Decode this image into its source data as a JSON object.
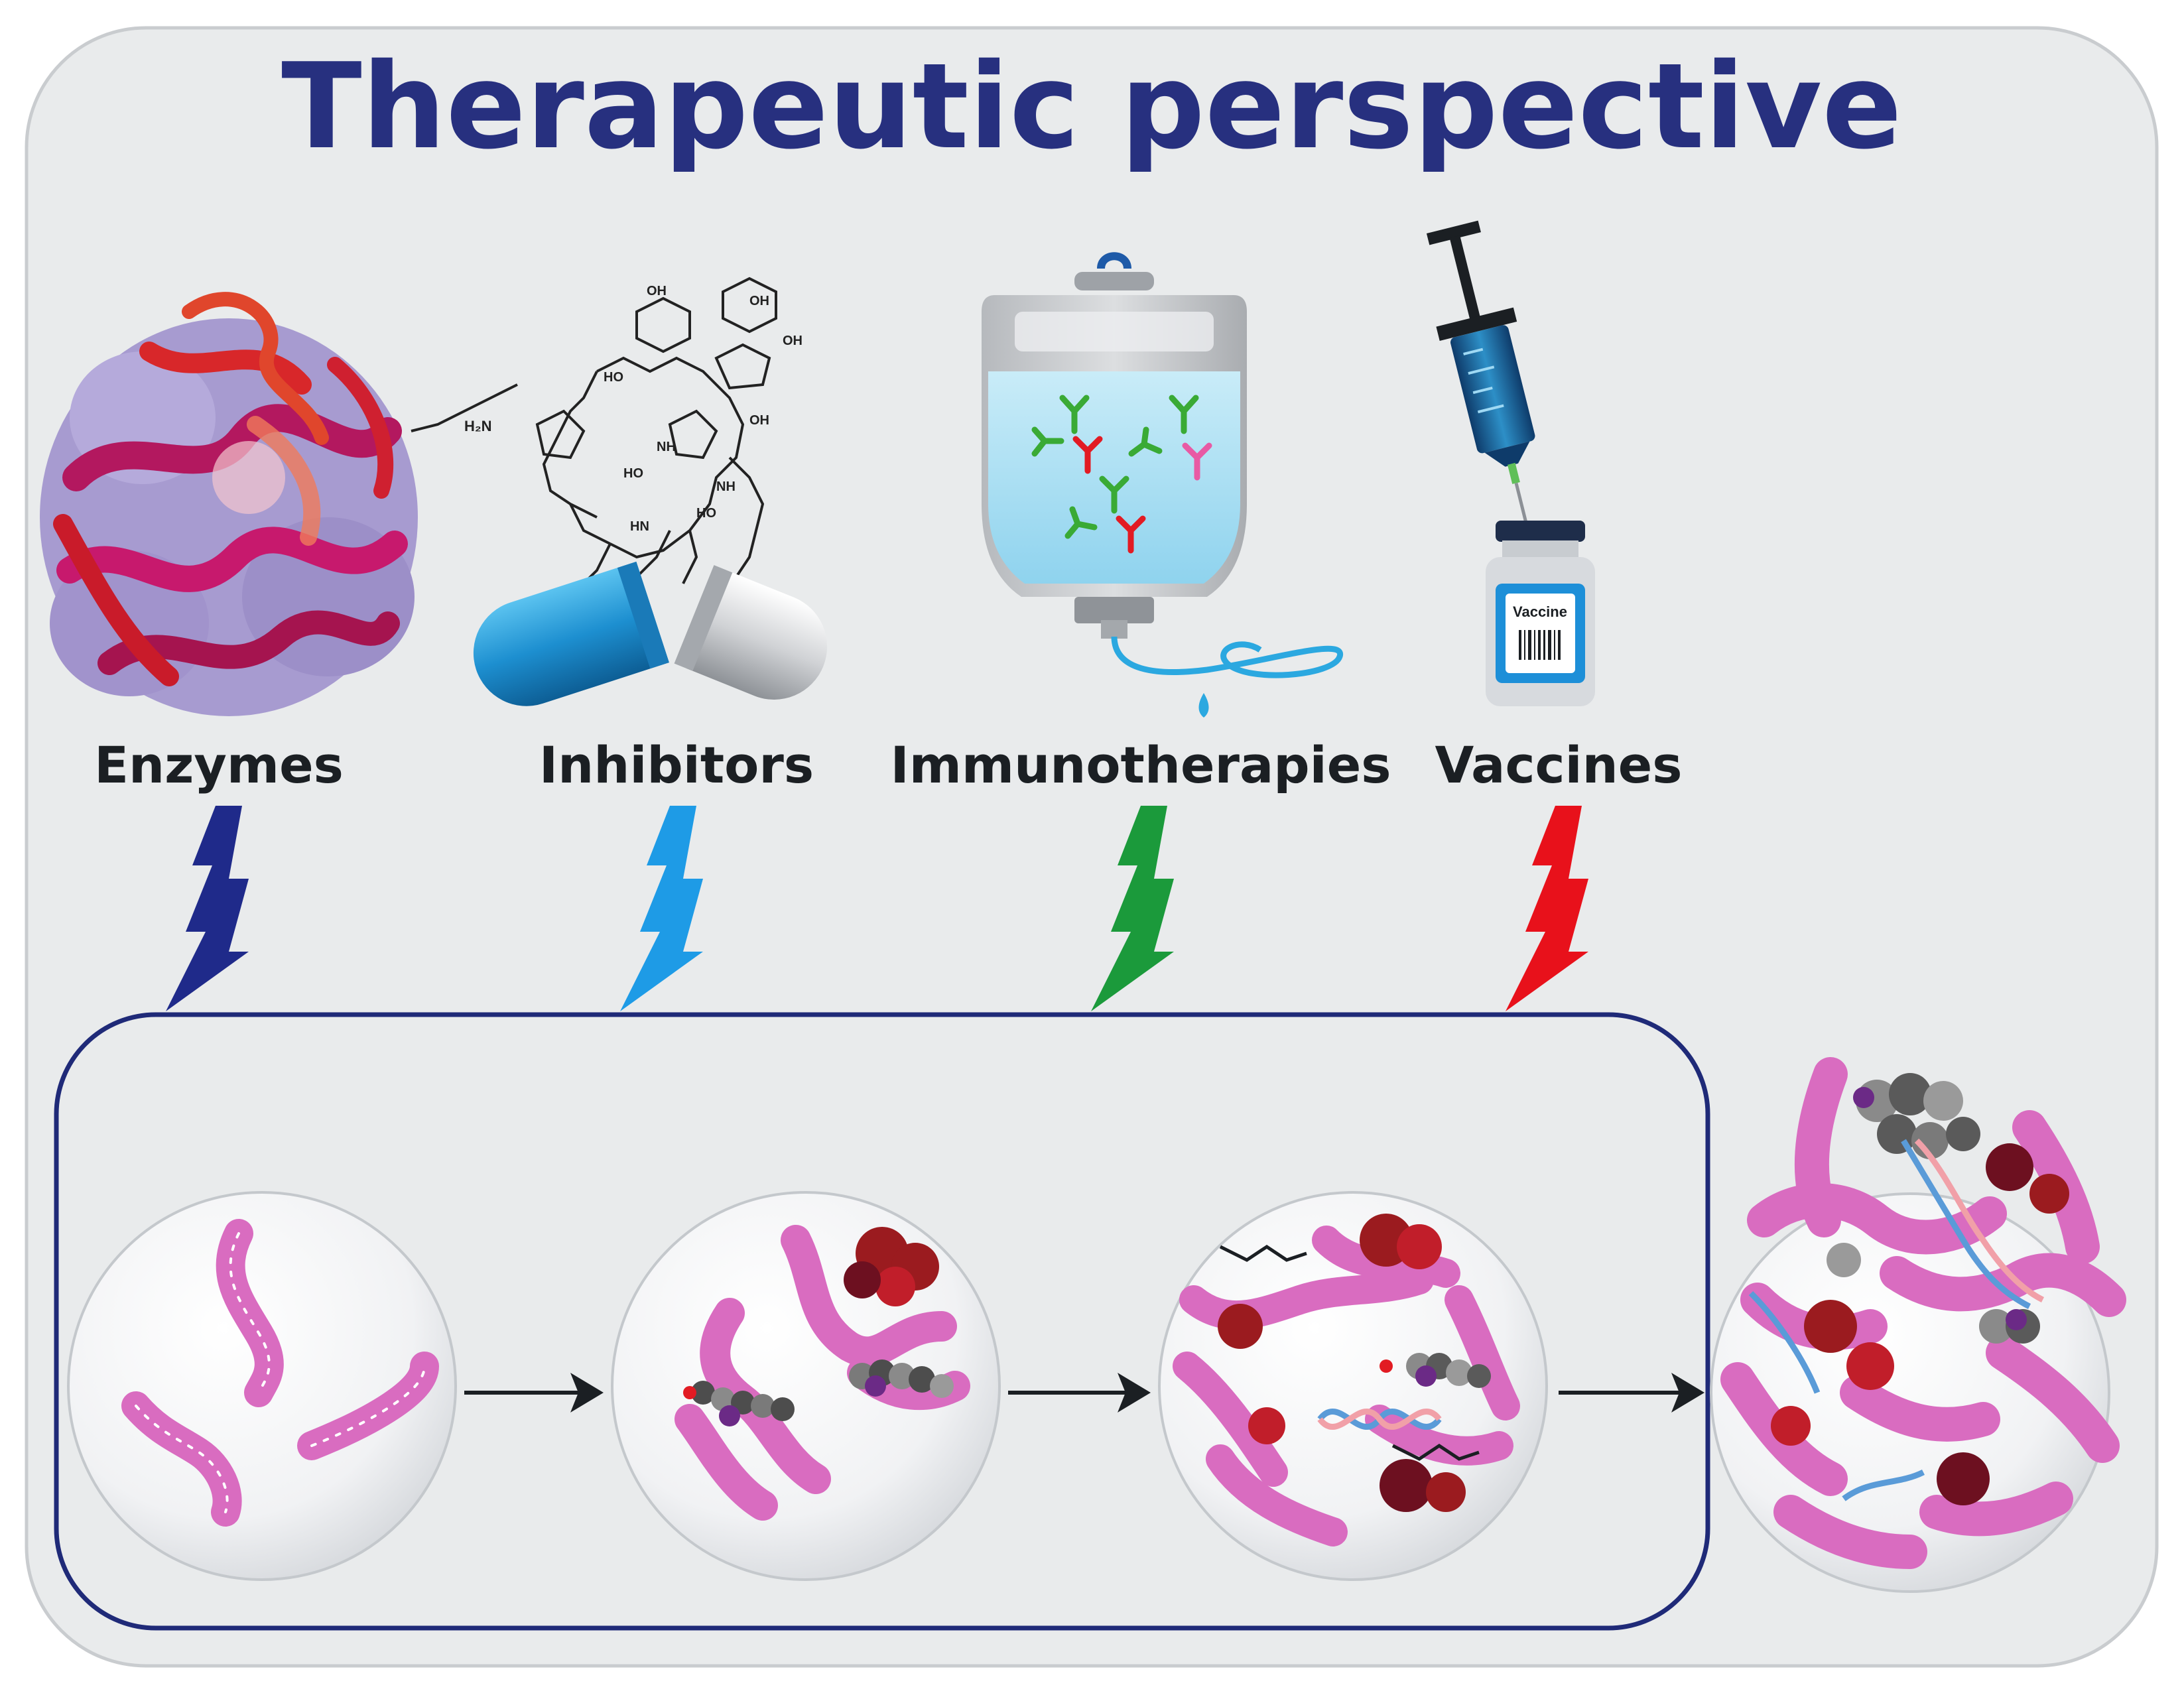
{
  "title": "Therapeutic perspective",
  "colors": {
    "background_panel": "#e9ebec",
    "panel_border": "#c9cccf",
    "title": "#27307f",
    "box_border": "#1f2a78",
    "bolt_enzymes": "#1f2a8a",
    "bolt_inhibitors": "#1e9be6",
    "bolt_immuno": "#1b9a3b",
    "bolt_vaccines": "#e8111b",
    "fibril": "#d96cc0"
  },
  "therapies": [
    {
      "id": "enzymes",
      "label": "Enzymes",
      "icon": "protein-enzyme-icon",
      "bolt_color": "#1f2a8a"
    },
    {
      "id": "inhibitors",
      "label": "Inhibitors",
      "icon": "capsule-molecule-icon",
      "bolt_color": "#1e9be6"
    },
    {
      "id": "immunotherapies",
      "label": "Immunotherapies",
      "icon": "iv-bag-antibody-icon",
      "bolt_color": "#1b9a3b"
    },
    {
      "id": "vaccines",
      "label": "Vaccines",
      "icon": "syringe-vial-icon",
      "bolt_color": "#e8111b"
    }
  ],
  "vial_label": "Vaccine",
  "aggregation_stages": [
    {
      "id": "stage-1",
      "icon": "fibril-monomers-icon"
    },
    {
      "id": "stage-2",
      "icon": "fibril-oligomer-icon"
    },
    {
      "id": "stage-3",
      "icon": "fibril-complex-icon"
    },
    {
      "id": "stage-4",
      "icon": "fibril-aggregate-icon"
    }
  ]
}
